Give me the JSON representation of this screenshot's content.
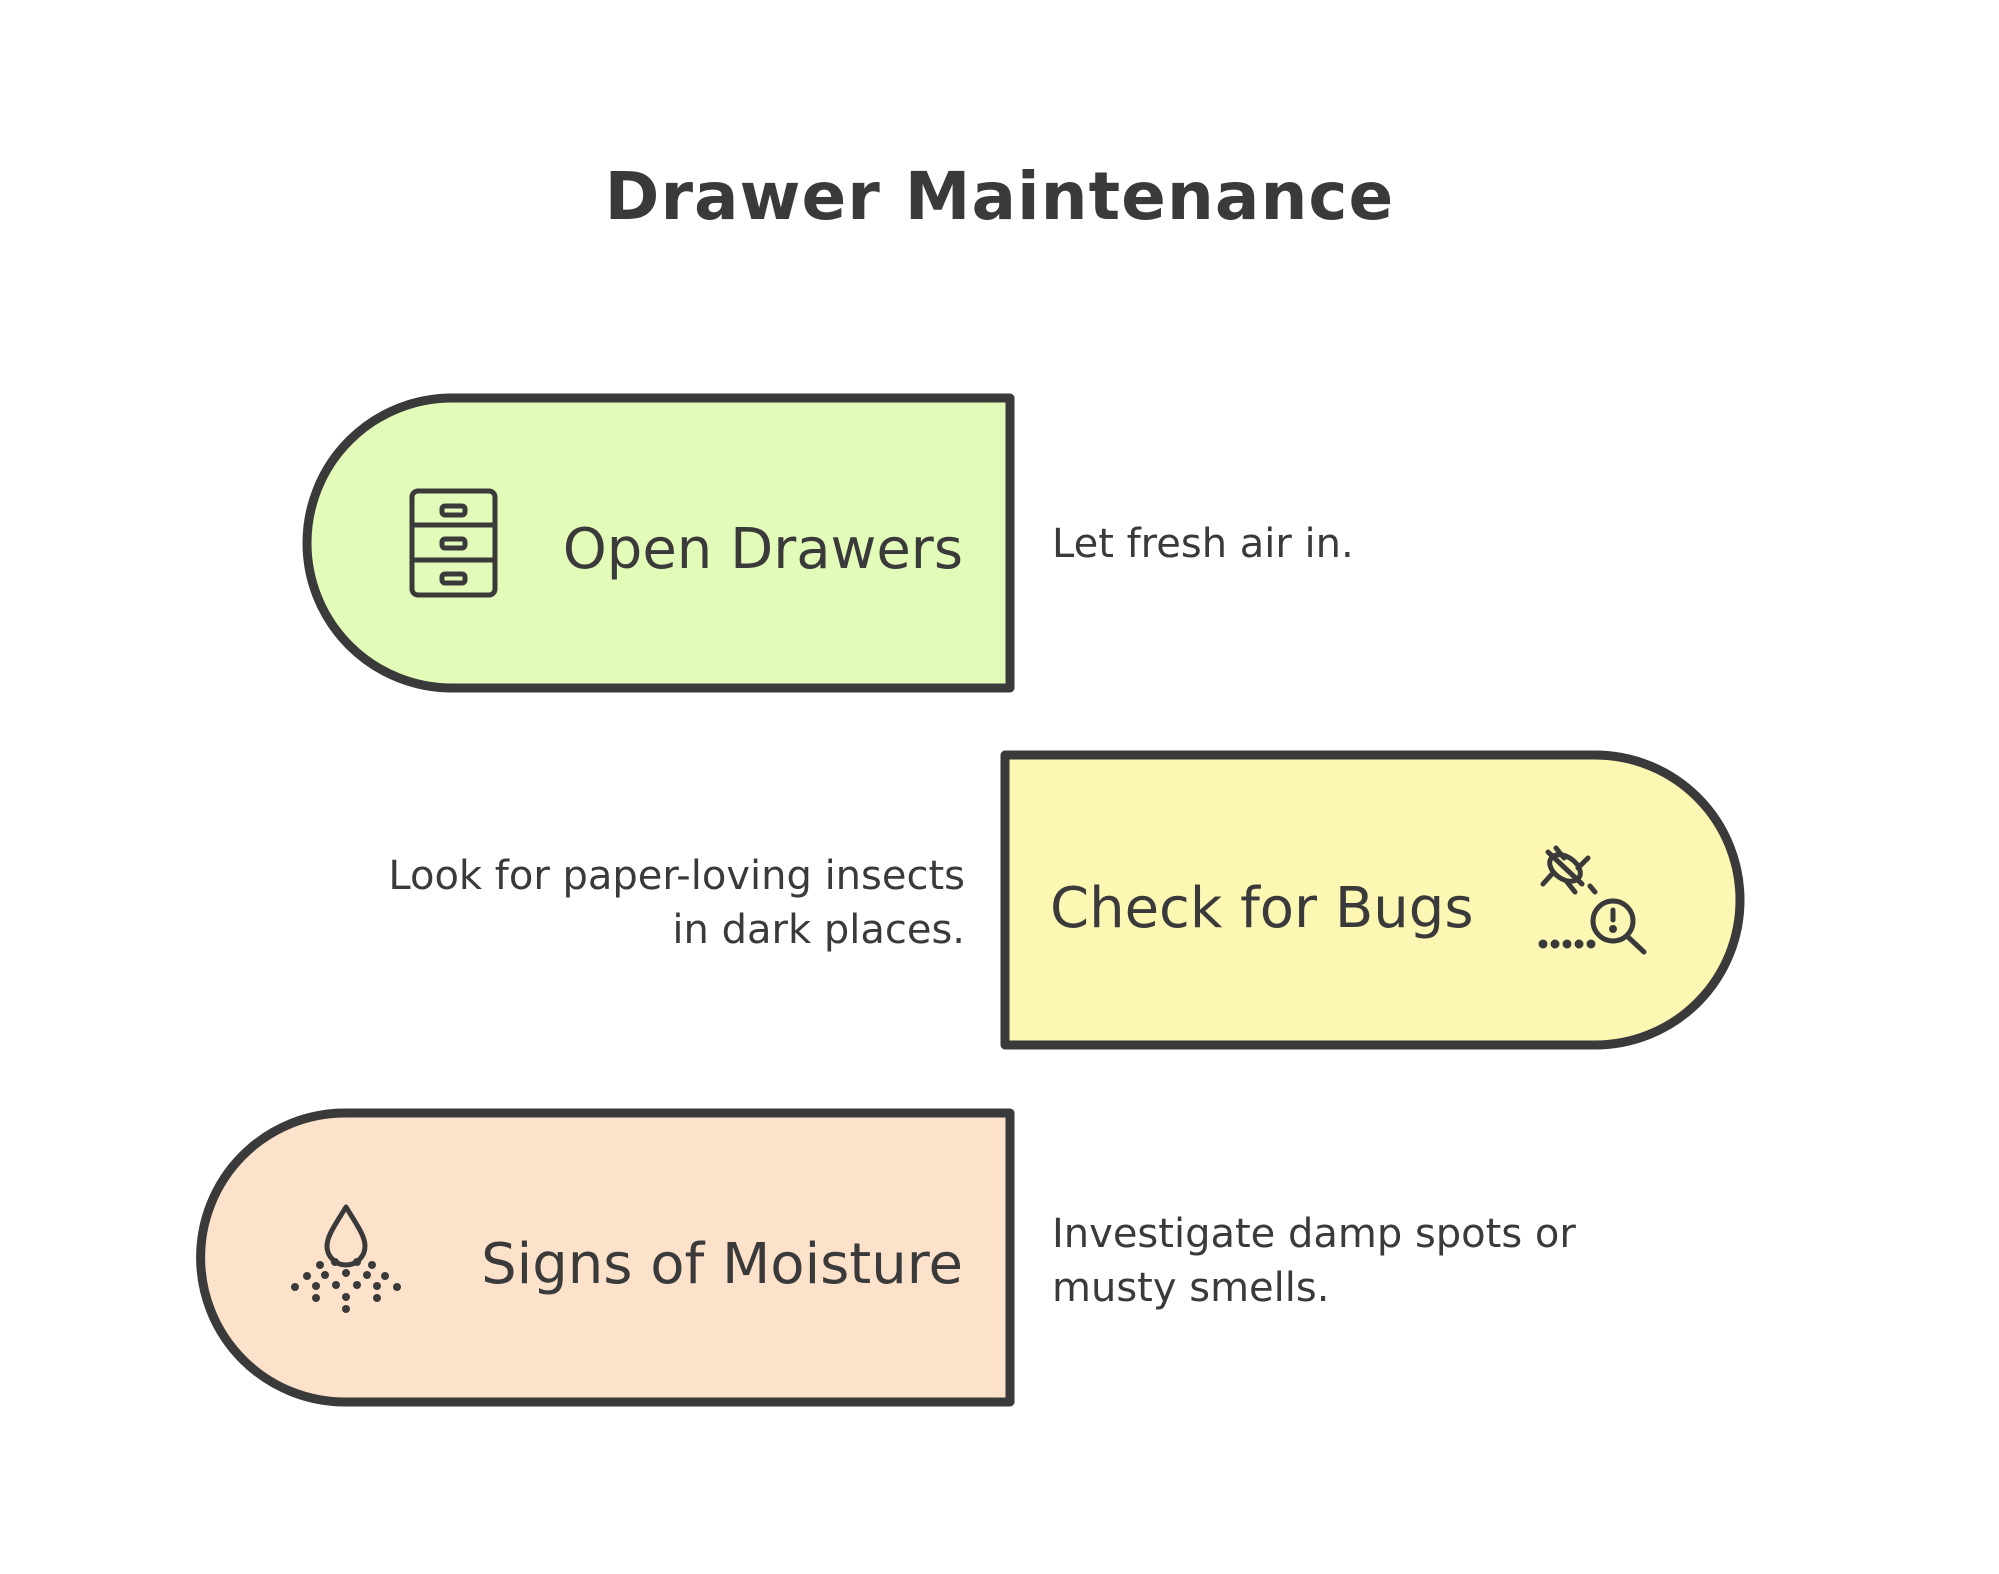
{
  "title": "Drawer Maintenance",
  "colors": {
    "stroke": "#3a3a3a",
    "green": "#e3fbb8",
    "yellow": "#fdf7b4",
    "peach": "#fde2cb"
  },
  "steps": [
    {
      "label": "Open Drawers",
      "icon": "drawer-cabinet-icon",
      "color": "green",
      "description": [
        "Let fresh air in."
      ]
    },
    {
      "label": "Check for Bugs",
      "icon": "bug-search-icon",
      "color": "yellow",
      "description": [
        "Look for paper-loving insects",
        "in dark places."
      ]
    },
    {
      "label": "Signs of Moisture",
      "icon": "water-drop-icon",
      "color": "peach",
      "description": [
        "Investigate damp spots or",
        "musty smells."
      ]
    }
  ]
}
